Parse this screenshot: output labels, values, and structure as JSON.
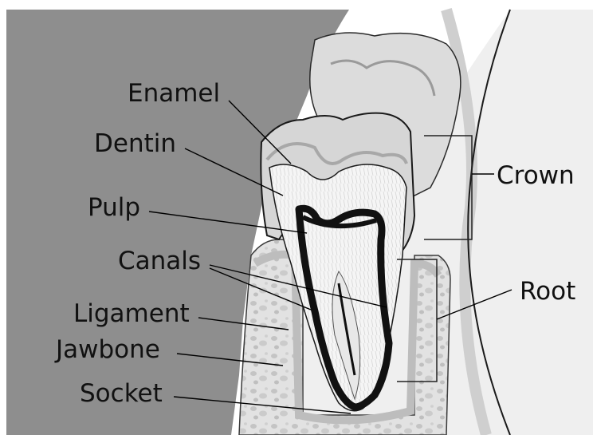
{
  "labels": {
    "enamel": "Enamel",
    "dentin": "Dentin",
    "pulp": "Pulp",
    "canals": "Canals",
    "ligament": "Ligament",
    "jawbone": "Jawbone",
    "socket": "Socket",
    "crown": "Crown",
    "root": "Root"
  },
  "colors": {
    "background_panel": "#8e8e8e",
    "label_text": "#111111",
    "leader_line": "#000000",
    "enamel": "#d2d2d2",
    "dentin": "#f4f4f4",
    "pulp": "#111111",
    "bone": "#e4e4e4",
    "gum": "#ededed"
  }
}
